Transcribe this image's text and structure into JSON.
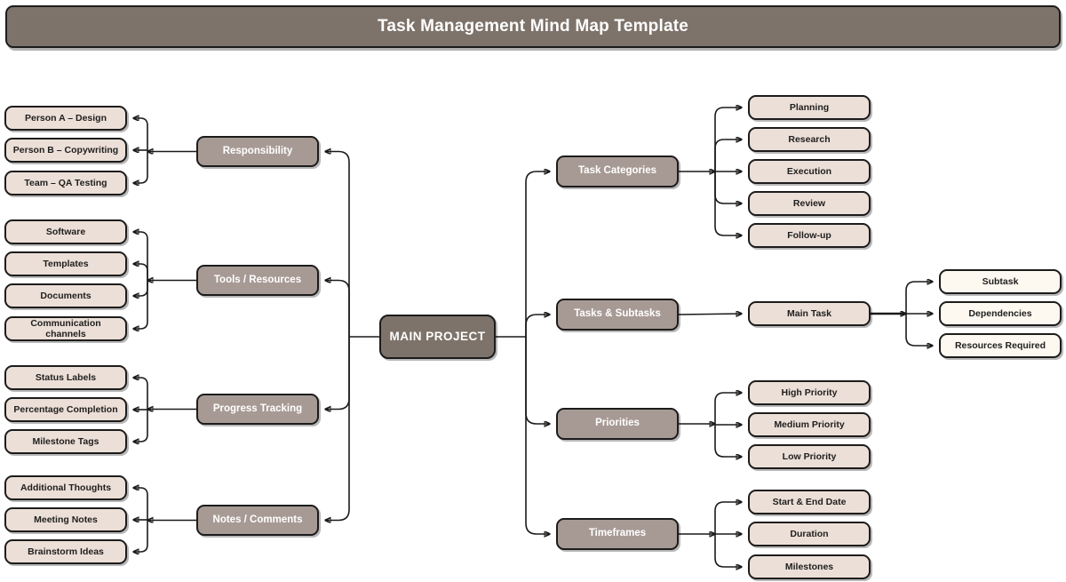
{
  "header": {
    "title": "Task Management Mind Map Template"
  },
  "colors": {
    "page_background": "#ffffff",
    "title_bar": "#7d736a",
    "root_node": "#7d736a",
    "branch_node": "#a79a94",
    "leaf_node": "#ecdfd7",
    "subleaf_node": "#fdf8f0",
    "stroke": "#1a1a1a",
    "root_text": "#ffffff",
    "branch_text": "#ffffff",
    "leaf_text": "#1e1e1e"
  },
  "diagram": {
    "type": "mind-map",
    "root": {
      "label": "MAIN PROJECT"
    },
    "left_branches": [
      {
        "label": "Responsibility",
        "children": [
          {
            "label": "Person A – Design"
          },
          {
            "label": "Person B – Copywriting"
          },
          {
            "label": "Team – QA Testing"
          }
        ]
      },
      {
        "label": "Tools / Resources",
        "children": [
          {
            "label": "Software"
          },
          {
            "label": "Templates"
          },
          {
            "label": "Documents"
          },
          {
            "label": "Communication channels"
          }
        ]
      },
      {
        "label": "Progress Tracking",
        "children": [
          {
            "label": "Status Labels"
          },
          {
            "label": "Percentage Completion"
          },
          {
            "label": "Milestone Tags"
          }
        ]
      },
      {
        "label": "Notes / Comments",
        "children": [
          {
            "label": "Additional Thoughts"
          },
          {
            "label": "Meeting Notes"
          },
          {
            "label": "Brainstorm Ideas"
          }
        ]
      }
    ],
    "right_branches": [
      {
        "label": "Task Categories",
        "children": [
          {
            "label": "Planning"
          },
          {
            "label": "Research"
          },
          {
            "label": "Execution"
          },
          {
            "label": "Review"
          },
          {
            "label": "Follow-up"
          }
        ]
      },
      {
        "label": "Tasks & Subtasks",
        "children": [
          {
            "label": "Main Task",
            "children": [
              {
                "label": "Subtask"
              },
              {
                "label": "Dependencies"
              },
              {
                "label": "Resources Required"
              }
            ]
          }
        ]
      },
      {
        "label": "Priorities",
        "children": [
          {
            "label": "High Priority"
          },
          {
            "label": "Medium Priority"
          },
          {
            "label": "Low Priority"
          }
        ]
      },
      {
        "label": "Timeframes",
        "children": [
          {
            "label": "Start & End Date"
          },
          {
            "label": "Duration"
          },
          {
            "label": "Milestones"
          }
        ]
      }
    ]
  }
}
